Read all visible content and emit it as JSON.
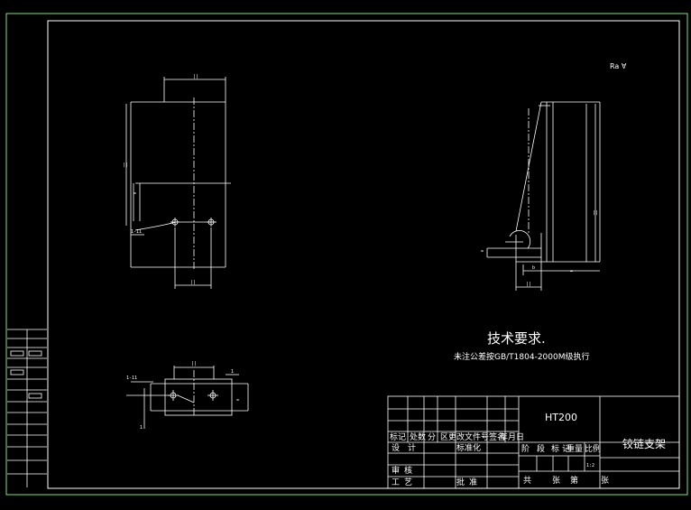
{
  "title_block": {
    "material": "HT200",
    "part_name": "铰链支架",
    "scale_value": "1:2",
    "row_1": [
      "标记",
      "处数",
      "分",
      "区",
      "更改文件号",
      "签名",
      "年月日"
    ],
    "row_2": [
      "设",
      "计",
      "标准化"
    ],
    "row_3": [
      "审",
      "核"
    ],
    "row_4": [
      "工",
      "艺",
      "批",
      "准"
    ],
    "stage_headers": [
      "阶",
      "段",
      "标",
      "记",
      "重量",
      "比例"
    ],
    "sheets": [
      "共",
      "张",
      "第",
      "张"
    ]
  },
  "notes": {
    "heading": "技术要求.",
    "line_1": "未注公差按GB/T1804-2000M级执行"
  },
  "roughness_note": "Ra ∀",
  "colors": {
    "background": "#000000",
    "lines": "#ffffff",
    "frame": "#7fe07f",
    "text": "#ffffff"
  }
}
